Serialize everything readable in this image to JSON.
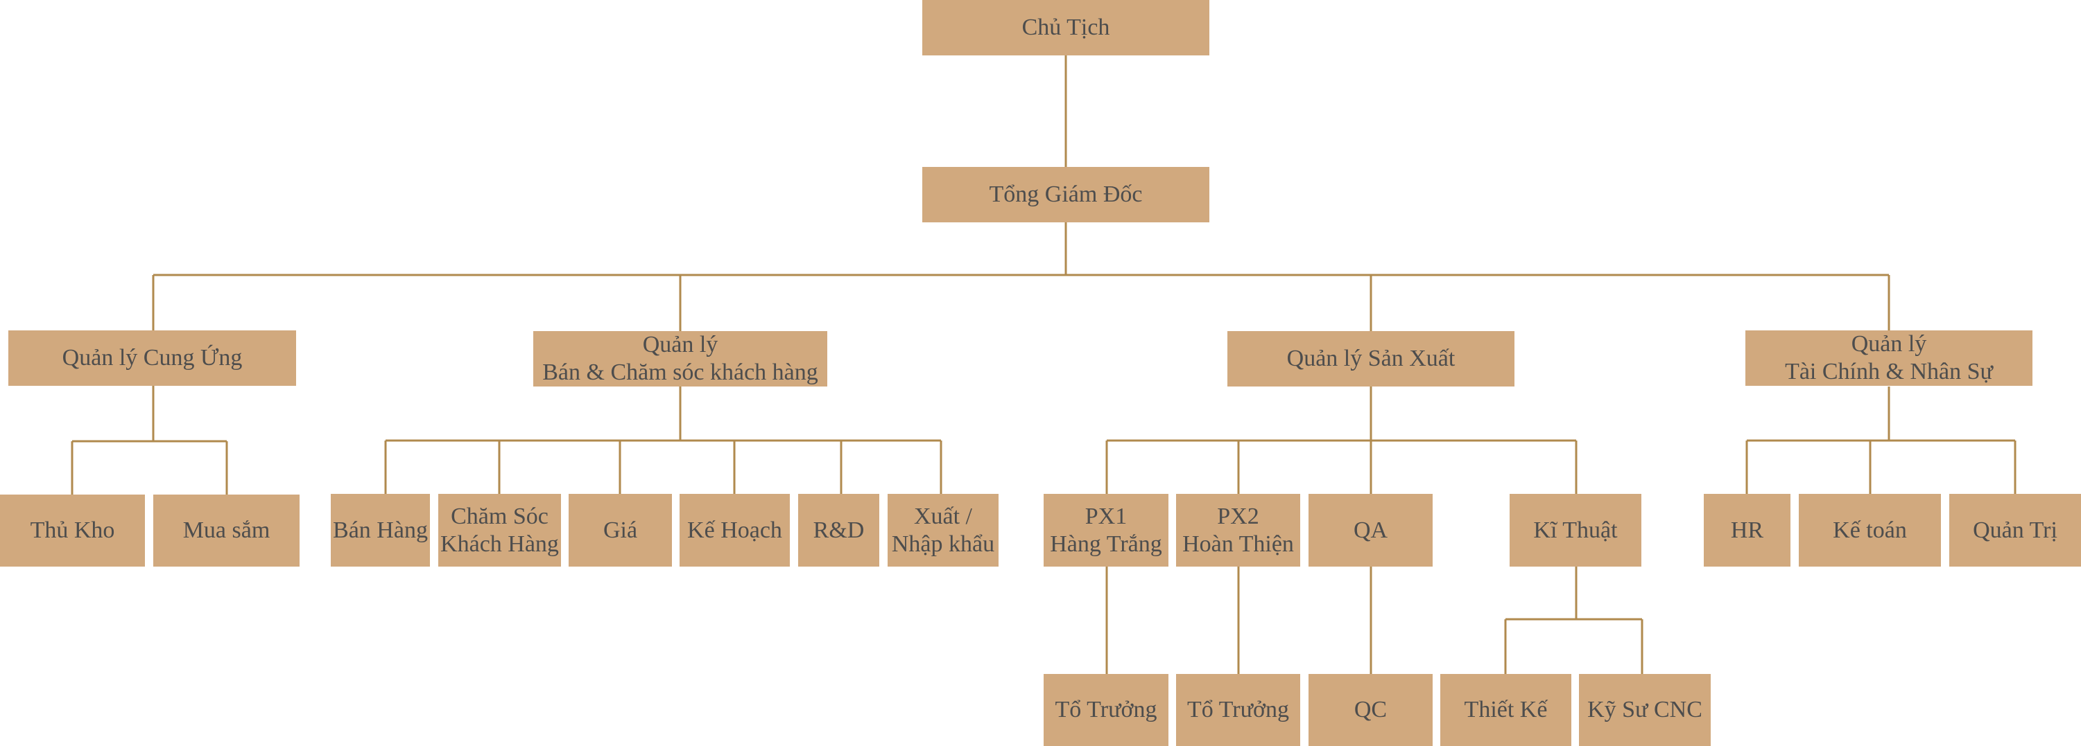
{
  "colors": {
    "box_fill": "#d1a97e",
    "connector": "#b08a4e",
    "text": "#4d4d4d",
    "background": "#ffffff"
  },
  "nodes": {
    "chairman": "Chủ Tịch",
    "ceo": "Tổng Giám Đốc",
    "supply_manager": "Quản lý Cung Ứng",
    "sales_manager": "Quản lý\nBán & Chăm sóc khách hàng",
    "production_manager": "Quản lý Sản Xuất",
    "finance_hr_manager": "Quản lý\nTài Chính & Nhân Sự",
    "warehouse": "Thủ Kho",
    "purchasing": "Mua sắm",
    "sales": "Bán Hàng",
    "customer_care": "Chăm Sóc\nKhách Hàng",
    "pricing": "Giá",
    "planning": "Kế Hoạch",
    "rnd": "R&D",
    "import_export": "Xuất /\nNhập khẩu",
    "px1": "PX1\nHàng Trắng",
    "px2": "PX2\nHoàn Thiện",
    "qa": "QA",
    "engineering": "Kĩ Thuật",
    "hr": "HR",
    "accounting": "Kế toán",
    "administration": "Quản Trị",
    "team_leader_1": "Tổ Trưởng",
    "team_leader_2": "Tổ Trưởng",
    "qc": "QC",
    "design": "Thiết Kế",
    "cnc_engineer": "Kỹ Sư CNC"
  }
}
